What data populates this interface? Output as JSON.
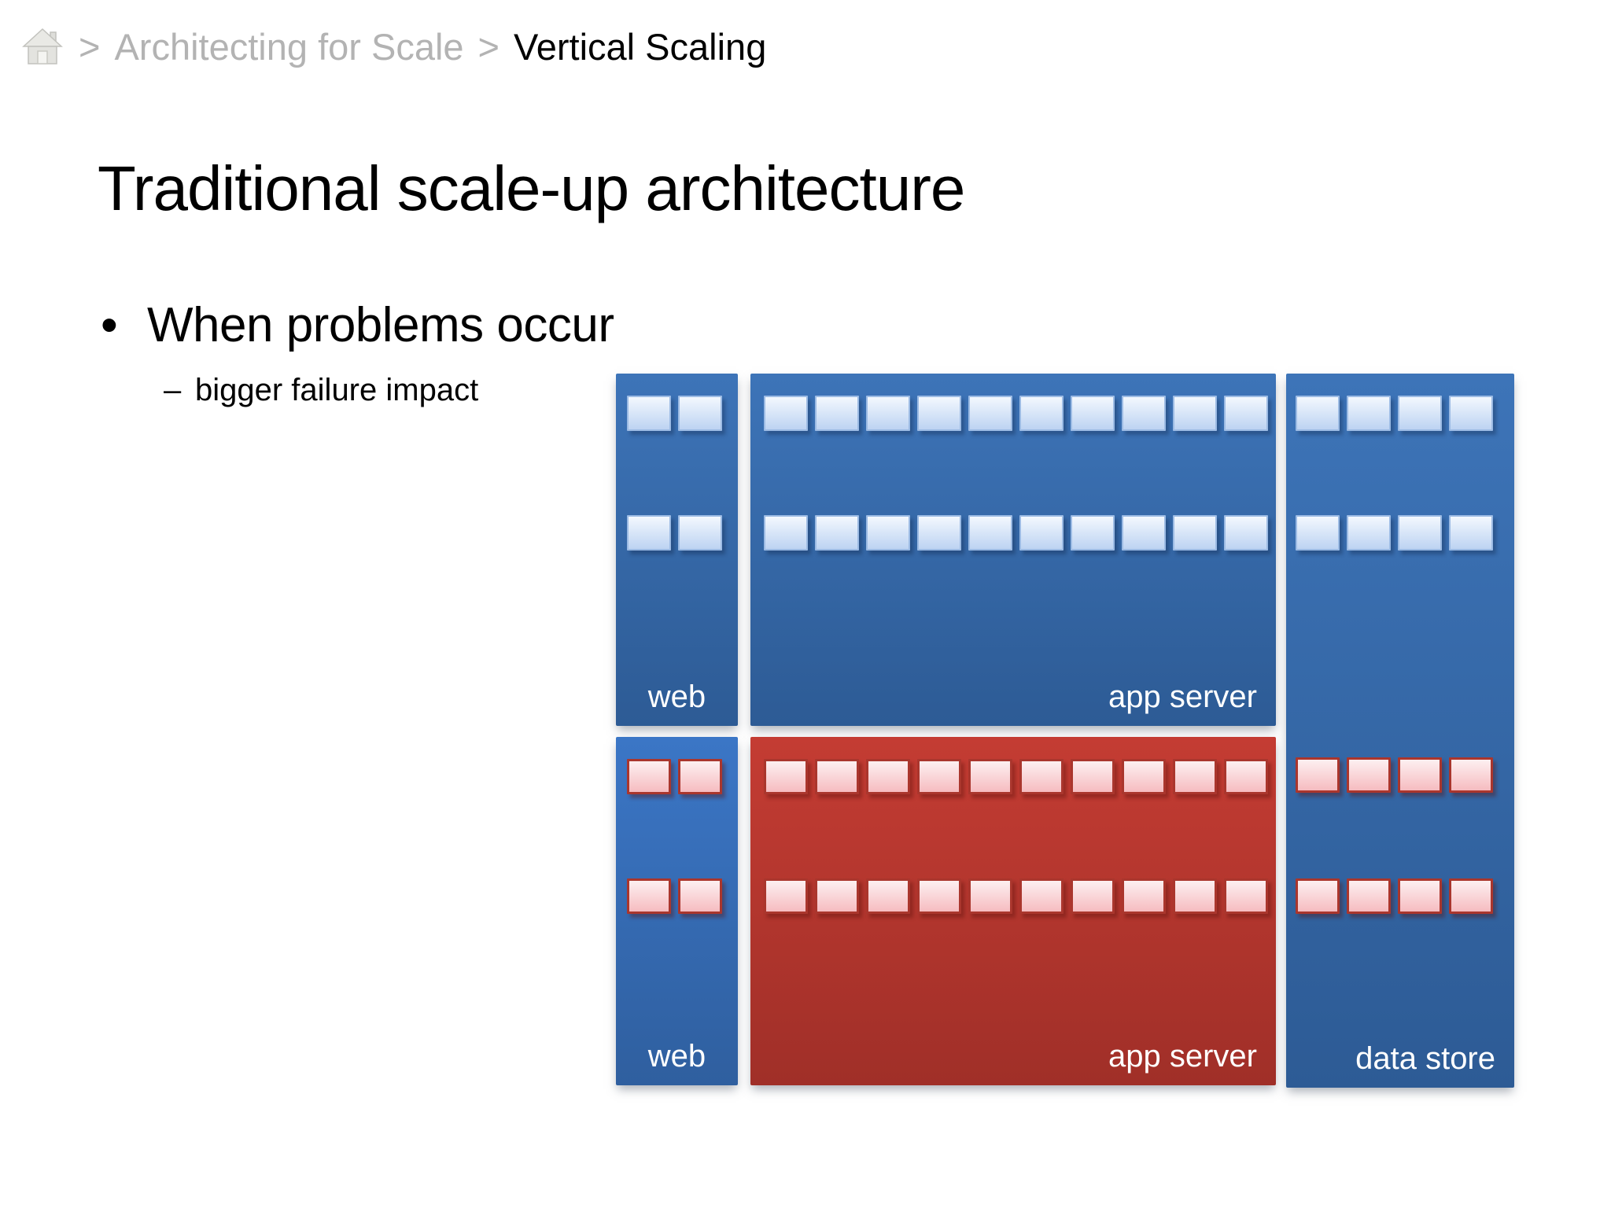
{
  "breadcrumb": {
    "home_icon": "home-icon",
    "separator": ">",
    "items": [
      {
        "label": "Architecting for Scale"
      },
      {
        "label": "Vertical Scaling"
      }
    ]
  },
  "slide": {
    "title": "Traditional scale-up architecture",
    "bullet_marker": "•",
    "bullet": "When problems occur",
    "sub_bullet_dash": "–",
    "sub_bullet": "bigger failure impact"
  },
  "diagram": {
    "colors": {
      "healthy_box_blue": "#3d74b8",
      "failed_box_red": "#c43c33",
      "healthy_chip": "#bdd3f2",
      "affected_chip": "#f6bcc0",
      "label_text": "#ffffff"
    },
    "boxes": [
      {
        "id": "web-top",
        "label": "web",
        "status": "healthy",
        "chip_rows": [
          {
            "row": 0,
            "count": 2,
            "chip": "healthy"
          },
          {
            "row": 1,
            "count": 2,
            "chip": "healthy"
          }
        ]
      },
      {
        "id": "app-top",
        "label": "app server",
        "status": "healthy",
        "chip_rows": [
          {
            "row": 0,
            "count": 10,
            "chip": "healthy"
          },
          {
            "row": 1,
            "count": 10,
            "chip": "healthy"
          }
        ]
      },
      {
        "id": "web-bottom",
        "label": "web",
        "status": "healthy",
        "chip_rows": [
          {
            "row": 0,
            "count": 2,
            "chip": "affected"
          },
          {
            "row": 1,
            "count": 2,
            "chip": "affected"
          }
        ]
      },
      {
        "id": "app-bottom",
        "label": "app server",
        "status": "failed",
        "chip_rows": [
          {
            "row": 0,
            "count": 10,
            "chip": "affected"
          },
          {
            "row": 1,
            "count": 10,
            "chip": "affected"
          }
        ]
      },
      {
        "id": "data-store",
        "label": "data store",
        "status": "healthy",
        "chip_rows": [
          {
            "row": 0,
            "count": 4,
            "chip": "healthy"
          },
          {
            "row": 1,
            "count": 4,
            "chip": "healthy"
          },
          {
            "row": 2,
            "count": 4,
            "chip": "affected"
          },
          {
            "row": 3,
            "count": 4,
            "chip": "affected"
          }
        ]
      }
    ]
  }
}
